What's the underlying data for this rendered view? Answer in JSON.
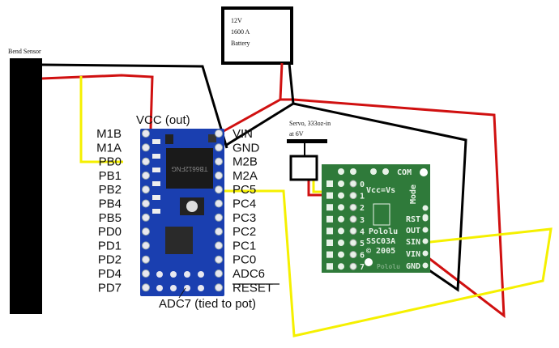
{
  "battery": {
    "line1": "12V",
    "line2": "1600 A",
    "line3": "Battery"
  },
  "bend_sensor": {
    "label": "Bend Sensor"
  },
  "servo": {
    "line1": "Servo, 333oz-in",
    "line2": "at 6V"
  },
  "controller_board": {
    "top_label": "VCC (out)",
    "bottom_label": "ADC7 (tied to pot)",
    "left_pins": [
      "M1B",
      "M1A",
      "PB0",
      "PB1",
      "PB2",
      "PB4",
      "PB5",
      "PD0",
      "PD1",
      "PD2",
      "PD4",
      "PD7"
    ],
    "right_pins": [
      "VIN",
      "GND",
      "M2B",
      "M2A",
      "PC5",
      "PC4",
      "PC3",
      "PC2",
      "PC1",
      "PC0",
      "ADC6",
      "RESET"
    ],
    "chip_text": "TB6612FNG"
  },
  "servo_controller": {
    "channels": [
      "0",
      "1",
      "2",
      "3",
      "4",
      "5",
      "6",
      "7"
    ],
    "com_label": "COM",
    "vcc_label": "Vcc=Vs",
    "mode_label": "Mode",
    "right_pins": [
      "RST",
      "OUT",
      "SIN",
      "VIN",
      "GND"
    ],
    "brand": "Pololu",
    "model": "SSC03A",
    "year": "© 2005",
    "footer": "Pololu"
  },
  "colors": {
    "wire_red": "#d01010",
    "wire_black": "#000000",
    "wire_yellow": "#f5f000",
    "controller_pcb": "#1a3fb0",
    "servo_pcb": "#2f7a3a"
  }
}
